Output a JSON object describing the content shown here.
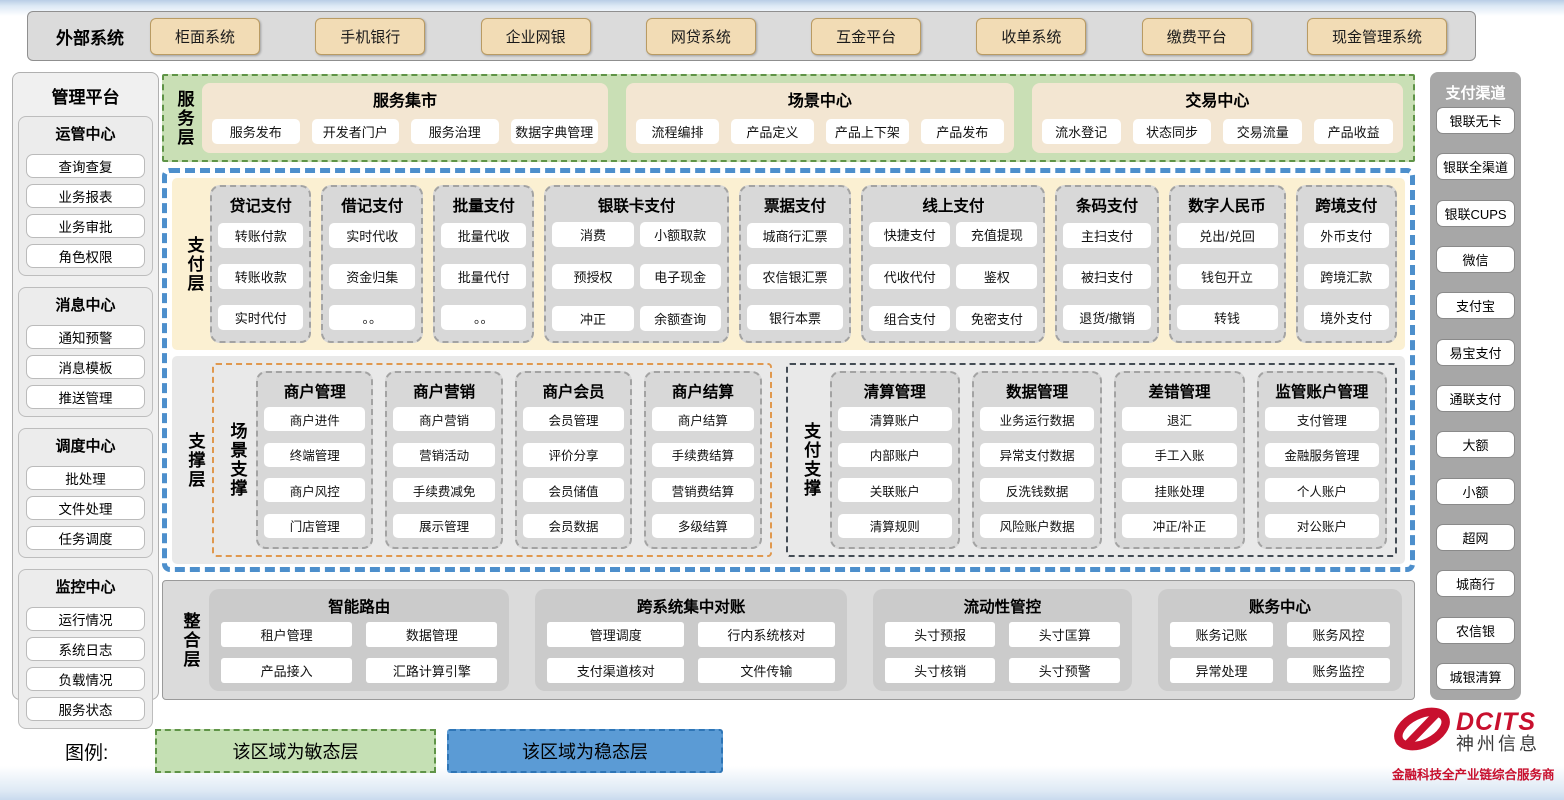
{
  "external": {
    "label": "外部系统",
    "systems": [
      "柜面系统",
      "手机银行",
      "企业网银",
      "网贷系统",
      "互金平台",
      "收单系统",
      "缴费平台",
      "现金管理系统"
    ]
  },
  "management": {
    "title": "管理平台",
    "groups": [
      {
        "title": "运管中心",
        "items": [
          "查询查复",
          "业务报表",
          "业务审批",
          "角色权限"
        ]
      },
      {
        "title": "消息中心",
        "items": [
          "通知预警",
          "消息模板",
          "推送管理"
        ]
      },
      {
        "title": "调度中心",
        "items": [
          "批处理",
          "文件处理",
          "任务调度"
        ]
      },
      {
        "title": "监控中心",
        "items": [
          "运行情况",
          "系统日志",
          "负载情况",
          "服务状态"
        ]
      }
    ]
  },
  "service_layer": {
    "label": "服务层",
    "centers": [
      {
        "title": "服务集市",
        "items": [
          "服务发布",
          "开发者门户",
          "服务治理",
          "数据字典管理"
        ]
      },
      {
        "title": "场景中心",
        "items": [
          "流程编排",
          "产品定义",
          "产品上下架",
          "产品发布"
        ]
      },
      {
        "title": "交易中心",
        "items": [
          "流水登记",
          "状态同步",
          "交易流量",
          "产品收益"
        ]
      }
    ]
  },
  "payment_layer": {
    "label": "支付层",
    "columns": [
      {
        "title": "贷记支付",
        "cols": 1,
        "items": [
          "转账付款",
          "转账收款",
          "实时代付"
        ]
      },
      {
        "title": "借记支付",
        "cols": 1,
        "items": [
          "实时代收",
          "资金归集",
          "。。"
        ]
      },
      {
        "title": "批量支付",
        "cols": 1,
        "items": [
          "批量代收",
          "批量代付",
          "。。"
        ]
      },
      {
        "title": "银联卡支付",
        "cols": 2,
        "items": [
          "消费",
          "小额取款",
          "预授权",
          "电子现金",
          "冲正",
          "余额查询"
        ]
      },
      {
        "title": "票据支付",
        "cols": 1,
        "items": [
          "城商行汇票",
          "农信银汇票",
          "银行本票"
        ]
      },
      {
        "title": "线上支付",
        "cols": 2,
        "items": [
          "快捷支付",
          "充值提现",
          "代收代付",
          "鉴权",
          "组合支付",
          "免密支付"
        ]
      },
      {
        "title": "条码支付",
        "cols": 1,
        "items": [
          "主扫支付",
          "被扫支付",
          "退货/撤销"
        ]
      },
      {
        "title": "数字人民币",
        "cols": 1,
        "items": [
          "兑出/兑回",
          "钱包开立",
          "转钱"
        ]
      },
      {
        "title": "跨境支付",
        "cols": 1,
        "items": [
          "外币支付",
          "跨境汇款",
          "境外支付"
        ]
      }
    ]
  },
  "support_layer": {
    "label": "支撑层",
    "sections": [
      {
        "label": "场景支撑",
        "columns": [
          {
            "title": "商户管理",
            "items": [
              "商户进件",
              "终端管理",
              "商户风控",
              "门店管理"
            ]
          },
          {
            "title": "商户营销",
            "items": [
              "商户营销",
              "营销活动",
              "手续费减免",
              "展示管理"
            ]
          },
          {
            "title": "商户会员",
            "items": [
              "会员管理",
              "评价分享",
              "会员储值",
              "会员数据"
            ]
          },
          {
            "title": "商户结算",
            "items": [
              "商户结算",
              "手续费结算",
              "营销费结算",
              "多级结算"
            ]
          }
        ]
      },
      {
        "label": "支付支撑",
        "columns": [
          {
            "title": "清算管理",
            "items": [
              "清算账户",
              "内部账户",
              "关联账户",
              "清算规则"
            ]
          },
          {
            "title": "数据管理",
            "items": [
              "业务运行数据",
              "异常支付数据",
              "反洗钱数据",
              "风险账户数据"
            ]
          },
          {
            "title": "差错管理",
            "items": [
              "退汇",
              "手工入账",
              "挂账处理",
              "冲正/补正"
            ]
          },
          {
            "title": "监管账户管理",
            "items": [
              "支付管理",
              "金融服务管理",
              "个人账户",
              "对公账户"
            ]
          }
        ]
      }
    ]
  },
  "integration_layer": {
    "label": "整合层",
    "modules": [
      {
        "title": "智能路由",
        "items": [
          "租户管理",
          "数据管理",
          "产品接入",
          "汇路计算引擎"
        ]
      },
      {
        "title": "跨系统集中对账",
        "items": [
          "管理调度",
          "行内系统核对",
          "支付渠道核对",
          "文件传输"
        ]
      },
      {
        "title": "流动性管控",
        "items": [
          "头寸预报",
          "头寸匡算",
          "头寸核销",
          "头寸预警"
        ]
      },
      {
        "title": "账务中心",
        "items": [
          "账务记账",
          "账务风控",
          "异常处理",
          "账务监控"
        ]
      }
    ]
  },
  "channels": {
    "title": "支付渠道",
    "items": [
      "银联无卡",
      "银联全渠道",
      "银联CUPS",
      "微信",
      "支付宝",
      "易宝支付",
      "通联支付",
      "大额",
      "小额",
      "超网",
      "城商行",
      "农信银",
      "城银清算"
    ]
  },
  "legend": {
    "label": "图例:",
    "agile": "该区域为敏态层",
    "stable": "该区域为稳态层"
  },
  "logo": {
    "brand": "DCITS",
    "name": "神州信息",
    "slogan": "金融科技全产业链综合服务商"
  },
  "colors": {
    "agile_green": "#C5E0B4",
    "stable_blue": "#5B9BD5",
    "external_tan": "#F2DCB5",
    "panel_gray": "#D9D9D9",
    "channel_gray": "#A7A7A7",
    "scene_orange": "#E0984E",
    "brand_red": "#C8102E"
  }
}
